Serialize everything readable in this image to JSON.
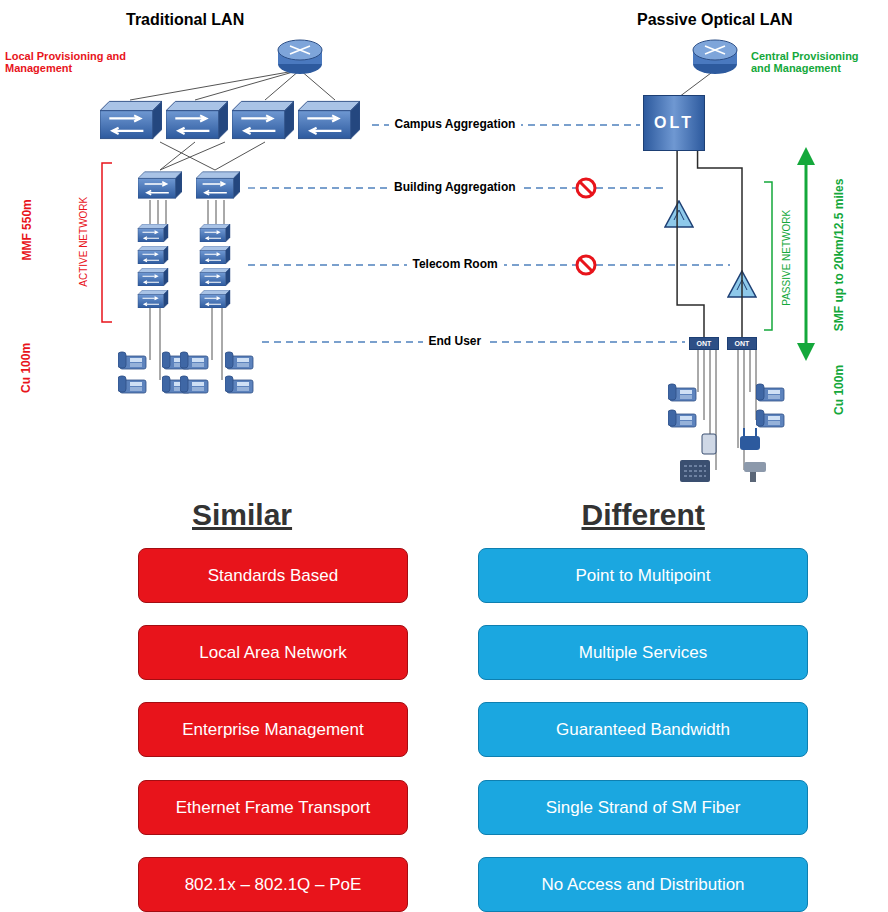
{
  "diagram": {
    "nodes": [
      {
        "text": [
          "OLT"
        ]
      },
      {
        "text": [
          "ONT"
        ]
      },
      {
        "text": [
          "ONT"
        ]
      },
      {
        "text": [
          "Standards Based"
        ]
      },
      {
        "text": [
          "Local Area Network"
        ]
      },
      {
        "text": [
          "Enterprise Management"
        ]
      },
      {
        "text": [
          "Ethernet Frame Transport"
        ]
      },
      {
        "text": [
          "802.1x – 802.1Q – PoE"
        ]
      },
      {
        "text": [
          "Point to Multipoint"
        ]
      },
      {
        "text": [
          "Multiple Services"
        ]
      },
      {
        "text": [
          "Guaranteed Bandwidth"
        ]
      },
      {
        "text": [
          "Single Strand of SM Fiber"
        ]
      },
      {
        "text": [
          "No Access and Distribution"
        ]
      }
    ],
    "edges": [
      {
        "from": 0,
        "to": 1,
        "arrow": "none"
      },
      {
        "from": 0,
        "to": 2,
        "arrow": "none"
      }
    ],
    "labels": [
      "Traditional LAN",
      "Passive Optical LAN",
      "Local Provisioning and Management",
      "Central Provisioning and Management",
      "Campus Aggregation",
      "Building Aggregation",
      "Telecom Room",
      "End User",
      "MMF 550m",
      "ACTIVE NETWORK",
      "Cu 100m",
      "PASSIVE NETWORK",
      "SMF up to 20km/12.5 miles",
      "Cu 100m",
      "Similar",
      "Different"
    ]
  }
}
